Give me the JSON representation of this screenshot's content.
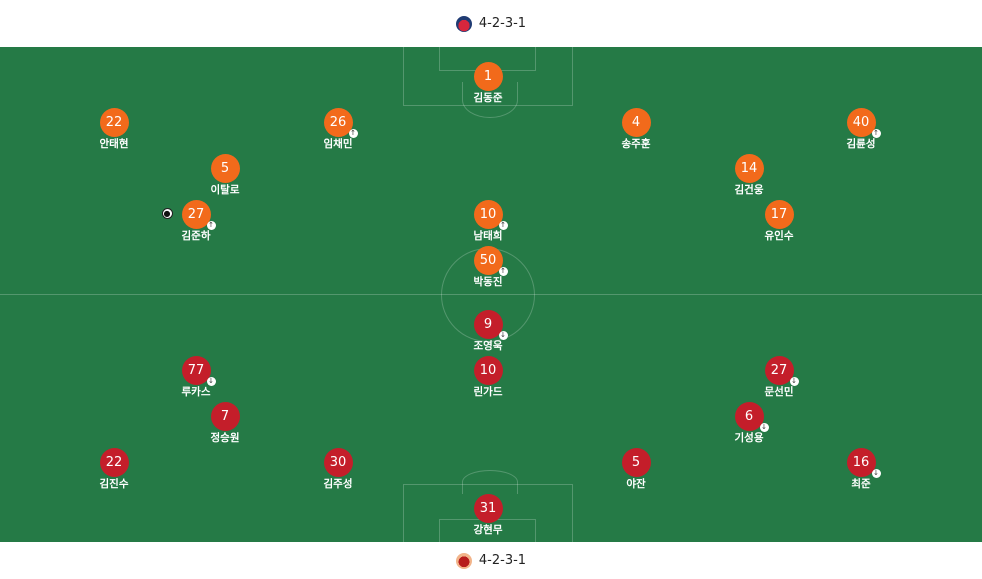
{
  "home": {
    "formation": "4-2-3-1",
    "crest_icon": "home-team-crest",
    "players": [
      {
        "number": "1",
        "name": "김동준",
        "sub": false,
        "goal": false
      },
      {
        "number": "22",
        "name": "안태현",
        "sub": false,
        "goal": false
      },
      {
        "number": "26",
        "name": "임채민",
        "sub": true,
        "sub_icon": "↑",
        "goal": false
      },
      {
        "number": "4",
        "name": "송주훈",
        "sub": false,
        "goal": false
      },
      {
        "number": "40",
        "name": "김륜성",
        "sub": true,
        "sub_icon": "↑",
        "goal": false
      },
      {
        "number": "5",
        "name": "이탈로",
        "sub": false,
        "goal": false
      },
      {
        "number": "14",
        "name": "김건웅",
        "sub": false,
        "goal": false
      },
      {
        "number": "27",
        "name": "김준하",
        "sub": true,
        "sub_icon": "↑",
        "goal": true
      },
      {
        "number": "10",
        "name": "남태희",
        "sub": true,
        "sub_icon": "↑",
        "goal": false
      },
      {
        "number": "17",
        "name": "유인수",
        "sub": false,
        "goal": false
      },
      {
        "number": "50",
        "name": "박동진",
        "sub": true,
        "sub_icon": "↑",
        "goal": false
      }
    ]
  },
  "away": {
    "formation": "4-2-3-1",
    "crest_icon": "away-team-crest",
    "players": [
      {
        "number": "9",
        "name": "조영욱",
        "sub": true,
        "sub_icon": "↓",
        "goal": false
      },
      {
        "number": "77",
        "name": "루카스",
        "sub": true,
        "sub_icon": "↓",
        "goal": false
      },
      {
        "number": "10",
        "name": "린가드",
        "sub": false,
        "goal": false
      },
      {
        "number": "27",
        "name": "문선민",
        "sub": true,
        "sub_icon": "↓",
        "goal": false
      },
      {
        "number": "7",
        "name": "정승원",
        "sub": false,
        "goal": false
      },
      {
        "number": "6",
        "name": "기성용",
        "sub": true,
        "sub_icon": "↓",
        "goal": false
      },
      {
        "number": "22",
        "name": "김진수",
        "sub": false,
        "goal": false
      },
      {
        "number": "30",
        "name": "김주성",
        "sub": false,
        "goal": false
      },
      {
        "number": "5",
        "name": "야잔",
        "sub": false,
        "goal": false
      },
      {
        "number": "16",
        "name": "최준",
        "sub": true,
        "sub_icon": "↓",
        "goal": false
      },
      {
        "number": "31",
        "name": "강현무",
        "sub": false,
        "goal": false
      }
    ]
  },
  "colors": {
    "pitch": "#257a46",
    "home_disc": "#f26a1b",
    "away_disc": "#c41e2a"
  }
}
